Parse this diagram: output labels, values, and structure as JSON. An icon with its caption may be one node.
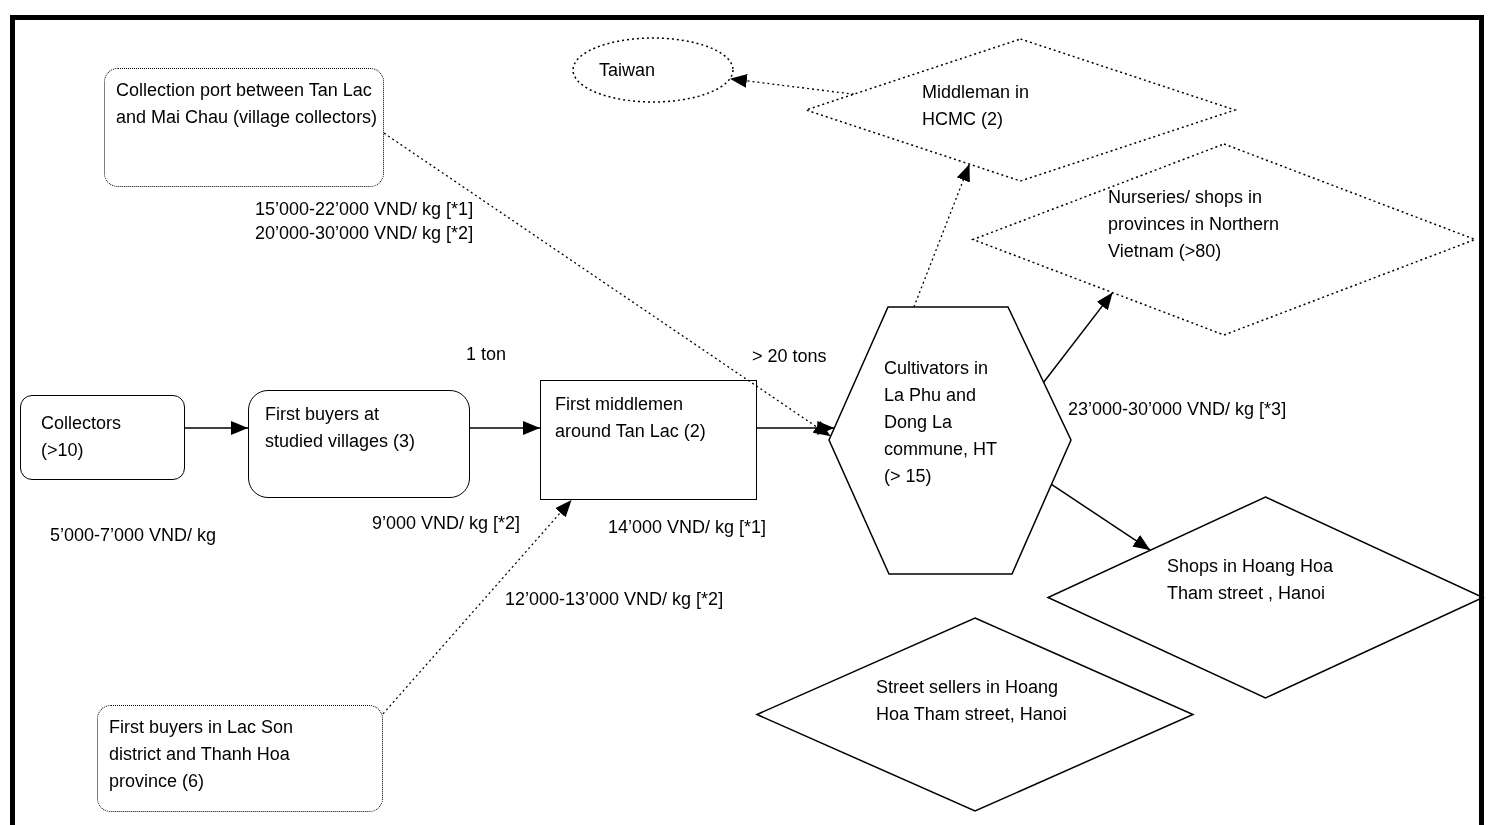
{
  "diagram": {
    "nodes": [
      {
        "text": [
          "Collection port between Tan Lac and Mai Chau (village collectors)"
        ]
      },
      {
        "text": [
          "Taiwan"
        ]
      },
      {
        "text": [
          "Middleman in HCMC (2)"
        ]
      },
      {
        "text": [
          "Nurseries/ shops in provinces in Northern Vietnam (>80)"
        ]
      },
      {
        "text": [
          "Collectors (>10)"
        ]
      },
      {
        "text": [
          "First buyers at studied villages (3)"
        ]
      },
      {
        "text": [
          "First middlemen around Tan Lac (2)"
        ]
      },
      {
        "text": [
          "Cultivators in La Phu and Dong La commune, HT (> 15)"
        ]
      },
      {
        "text": [
          "Shops in Hoang Hoa Tham street , Hanoi"
        ]
      },
      {
        "text": [
          "First buyers in Lac Son district and Thanh Hoa province (6)"
        ]
      },
      {
        "text": [
          "Street sellers in Hoang Hoa Tham street, Hanoi"
        ]
      }
    ],
    "edges": [
      {
        "from": 4,
        "to": 5,
        "arrow": "to"
      },
      {
        "from": 5,
        "to": 6,
        "arrow": "to"
      },
      {
        "from": 6,
        "to": 7,
        "arrow": "to"
      },
      {
        "from": 0,
        "to": 7,
        "arrow": "to",
        "style": "dashed"
      },
      {
        "from": 9,
        "to": 6,
        "arrow": "to",
        "style": "dashed"
      },
      {
        "from": 7,
        "to": 2,
        "arrow": "to",
        "style": "dashed"
      },
      {
        "from": 2,
        "to": 1,
        "arrow": "to",
        "style": "dashed"
      },
      {
        "from": 7,
        "to": 3,
        "arrow": "to"
      },
      {
        "from": 7,
        "to": 8,
        "arrow": "to"
      }
    ],
    "labels": [
      "15’000-22’000 VND/ kg [*1]",
      "20’000-30’000 VND/ kg [*2]",
      "1 ton",
      "> 20 tons",
      "23’000-30’000 VND/ kg [*3]",
      "5’000-7’000 VND/ kg",
      "9’000 VND/ kg [*2]",
      "14’000 VND/ kg [*1]",
      "12’000-13’000 VND/ kg [*2]"
    ]
  }
}
